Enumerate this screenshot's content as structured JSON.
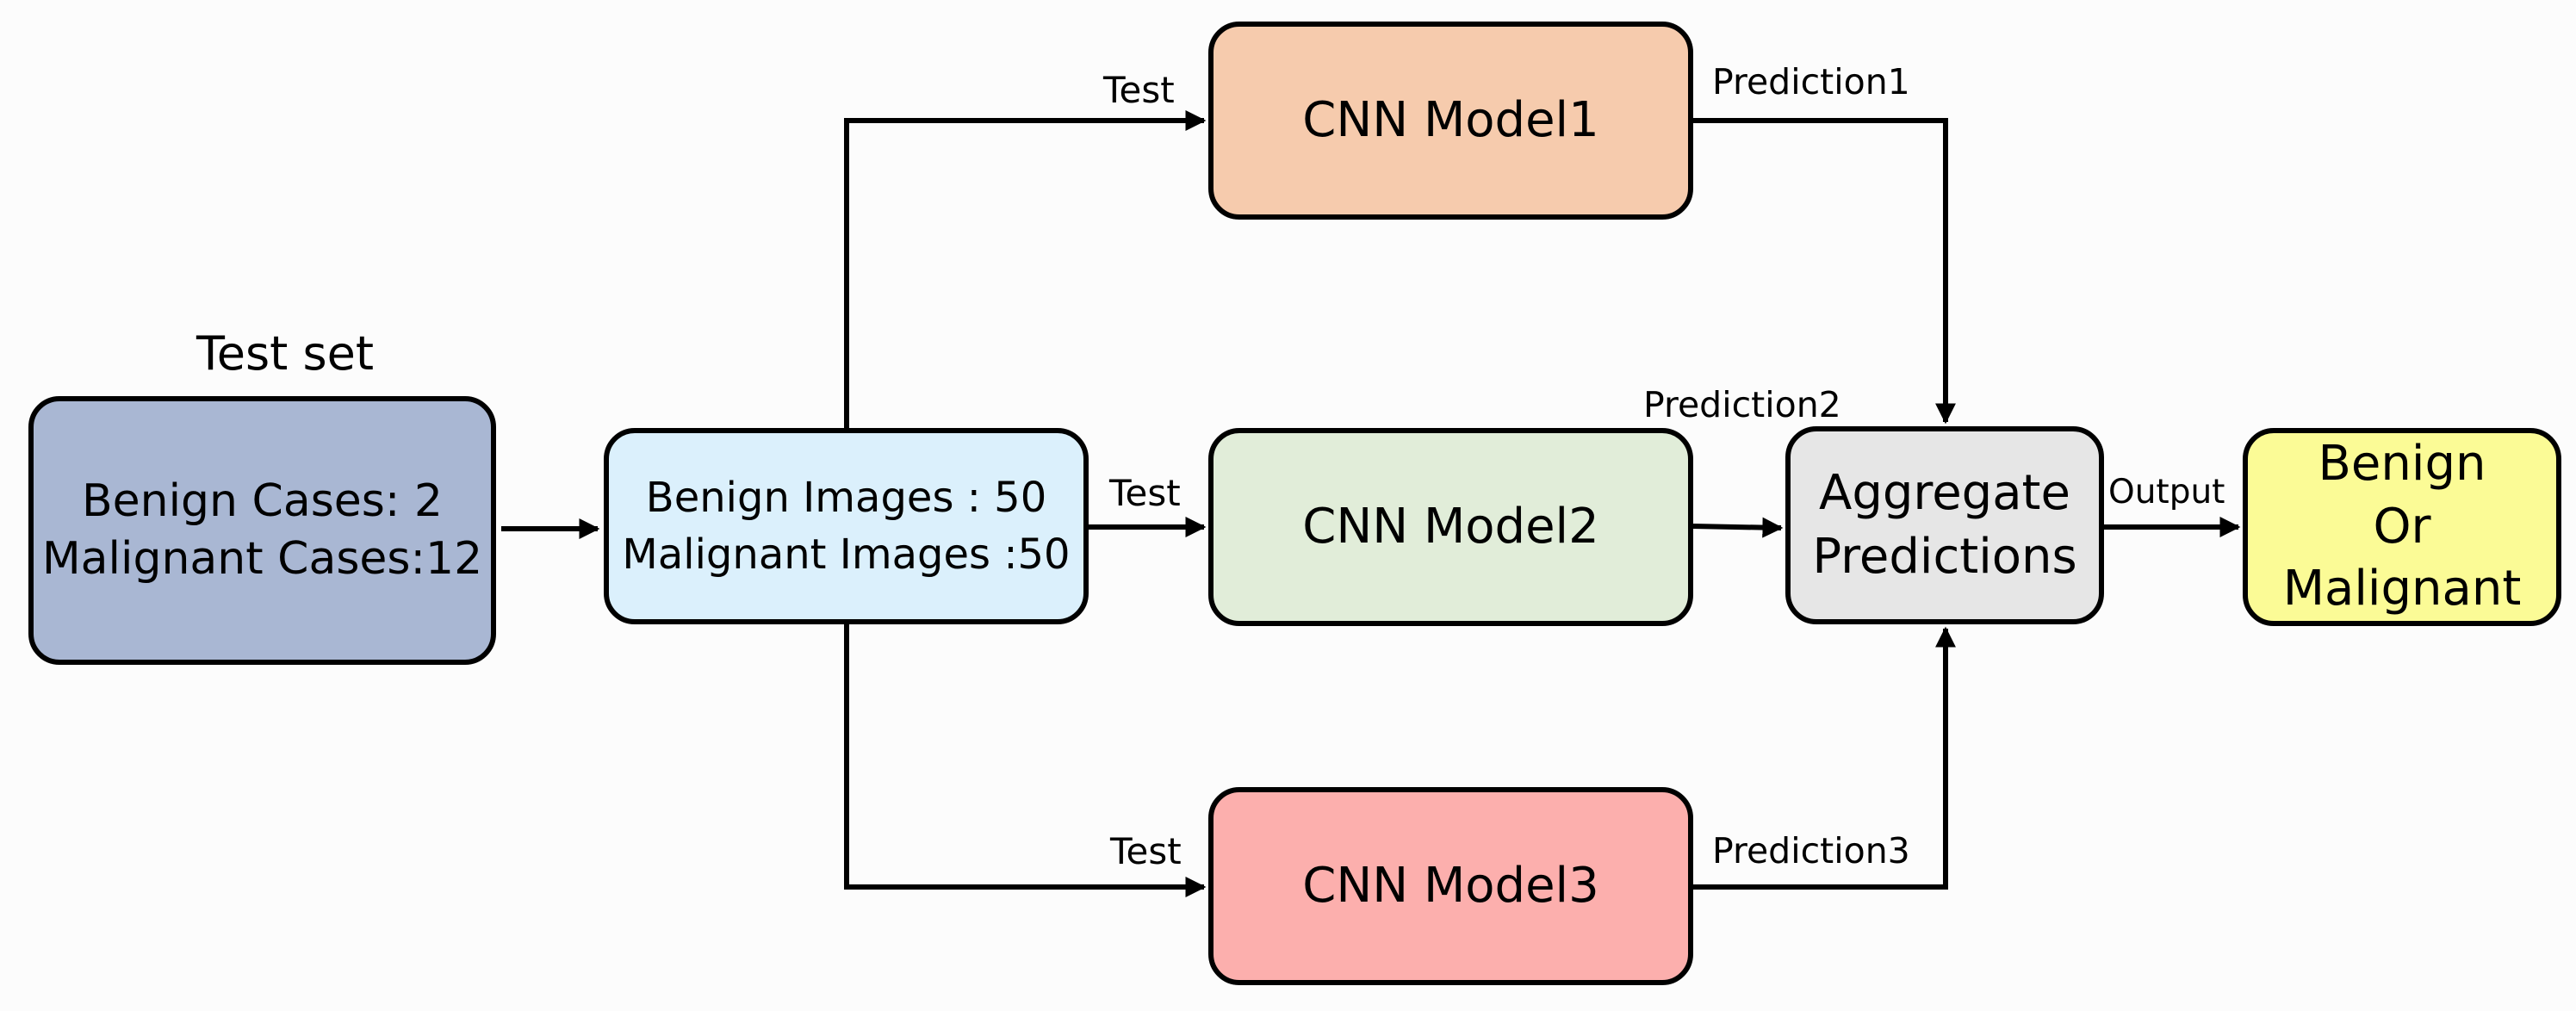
{
  "diagram": {
    "colors": {
      "test_set_fill": "#a9b7d3",
      "images_fill": "#dbf0fc",
      "cnn1_fill": "#f6cbad",
      "cnn2_fill": "#e1edd9",
      "cnn3_fill": "#fcafad",
      "aggregate_fill": "#e6e6e6",
      "result_fill": "#fbfb96",
      "stroke": "#000000",
      "background": "#fcfcfc"
    },
    "test_set": {
      "title": "Test set",
      "line1": "Benign Cases: 2",
      "line2": "Malignant Cases:12"
    },
    "images": {
      "line1": "Benign Images : 50",
      "line2": "Malignant Images :50"
    },
    "models": [
      {
        "name": "CNN Model1",
        "input_label": "Test",
        "output_label": "Prediction1"
      },
      {
        "name": "CNN Model2",
        "input_label": "Test",
        "output_label": "Prediction2"
      },
      {
        "name": "CNN Model3",
        "input_label": "Test",
        "output_label": "Prediction3"
      }
    ],
    "aggregate": {
      "line1": "Aggregate",
      "line2": "Predictions"
    },
    "output_label": "Output",
    "result": {
      "line1": "Benign",
      "line2": "Or",
      "line3": "Malignant"
    }
  }
}
